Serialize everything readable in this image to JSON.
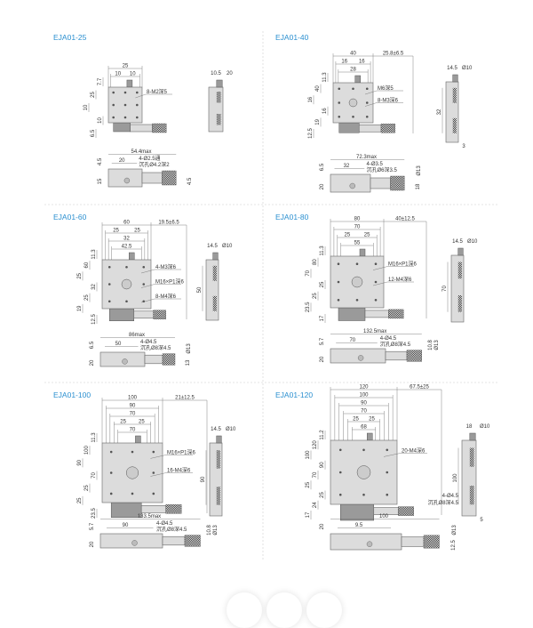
{
  "accent_color": "#2a8fd0",
  "panels": [
    {
      "title": "EJA01-25",
      "top_dims": [
        [
          "25"
        ],
        [
          "10",
          "10"
        ]
      ],
      "right_dim": "",
      "left_dims": [
        "7.7",
        "25",
        "10",
        "10",
        "6.5"
      ],
      "callouts": [
        "8-M2深5"
      ],
      "side_dims": [
        "10.5",
        "20"
      ],
      "bottom_dims": [
        "54.4max",
        "20",
        "4.5",
        "15",
        "4-Ø2.5通",
        "沉孔Ø4.2深2",
        "4.5"
      ]
    },
    {
      "title": "EJA01-40",
      "top_dims": [
        [
          "40"
        ],
        [
          "16",
          "16"
        ],
        [
          "28"
        ]
      ],
      "right_dim": "25.8±6.5",
      "left_dims": [
        "11.3",
        "40",
        "16",
        "16",
        "19",
        "12.5"
      ],
      "callouts": [
        "M6深5",
        "8-M3深6"
      ],
      "side_dims": [
        "14.5",
        "Ø10",
        "32",
        "3"
      ],
      "bottom_dims": [
        "72.3max",
        "32",
        "6.5",
        "4-Ø3.5",
        "沉孔Ø6深3.5",
        "Ø13",
        "20",
        "18"
      ]
    },
    {
      "title": "EJA01-60",
      "top_dims": [
        [
          "60"
        ],
        [
          "25",
          "25"
        ],
        [
          "32"
        ],
        [
          "42.5"
        ]
      ],
      "right_dim": "19.5±6.5",
      "left_dims": [
        "11.3",
        "60",
        "25",
        "32",
        "25",
        "19",
        "12.5"
      ],
      "callouts": [
        "4-M3深6",
        "M16×P1深6",
        "8-M4深6"
      ],
      "side_dims": [
        "14.5",
        "Ø10",
        "50"
      ],
      "bottom_dims": [
        "86max",
        "50",
        "6.5",
        "4-Ø4.5",
        "沉孔Ø8深4.5",
        "Ø13",
        "20",
        "13"
      ]
    },
    {
      "title": "EJA01-80",
      "top_dims": [
        [
          "80"
        ],
        [
          "70"
        ],
        [
          "25",
          "25"
        ],
        [
          "55"
        ]
      ],
      "right_dim": "40±12.5",
      "left_dims": [
        "11.3",
        "80",
        "70",
        "25",
        "25",
        "23.5",
        "17"
      ],
      "callouts": [
        "M16×P1深6",
        "12-M4深6"
      ],
      "side_dims": [
        "14.5",
        "Ø10",
        "70"
      ],
      "bottom_dims": [
        "132.5max",
        "70",
        "5.7",
        "4-Ø4.5",
        "沉孔Ø8深4.5",
        "Ø13",
        "10.8",
        "20"
      ]
    },
    {
      "title": "EJA01-100",
      "top_dims": [
        [
          "100"
        ],
        [
          "90"
        ],
        [
          "70"
        ],
        [
          "25",
          "25"
        ],
        [
          "70"
        ]
      ],
      "right_dim": "21±12.5",
      "left_dims": [
        "11.3",
        "100",
        "90",
        "70",
        "25",
        "25",
        "23.5"
      ],
      "callouts": [
        "M16×P1深6",
        "16-M4深6"
      ],
      "side_dims": [
        "14.5",
        "Ø10",
        "90"
      ],
      "bottom_dims": [
        "133.5max",
        "90",
        "5.7",
        "4-Ø4.5",
        "沉孔Ø8深4.5",
        "Ø13",
        "10.8",
        "20"
      ]
    },
    {
      "title": "EJA01-120",
      "top_dims": [
        [
          "120"
        ],
        [
          "100"
        ],
        [
          "90"
        ],
        [
          "70"
        ],
        [
          "25",
          "25"
        ],
        [
          "68"
        ]
      ],
      "right_dim": "67.5±25",
      "left_dims": [
        "11.2",
        "120",
        "100",
        "90",
        "70",
        "25",
        "25",
        "24",
        "17"
      ],
      "callouts": [
        "20-M4深6"
      ],
      "side_dims": [
        "18",
        "Ø10",
        "100",
        "4-Ø4.5",
        "沉孔Ø8深4.5",
        "5"
      ],
      "bottom_dims": [
        "100",
        "9.5",
        "20",
        "Ø13",
        "12.5"
      ]
    }
  ]
}
